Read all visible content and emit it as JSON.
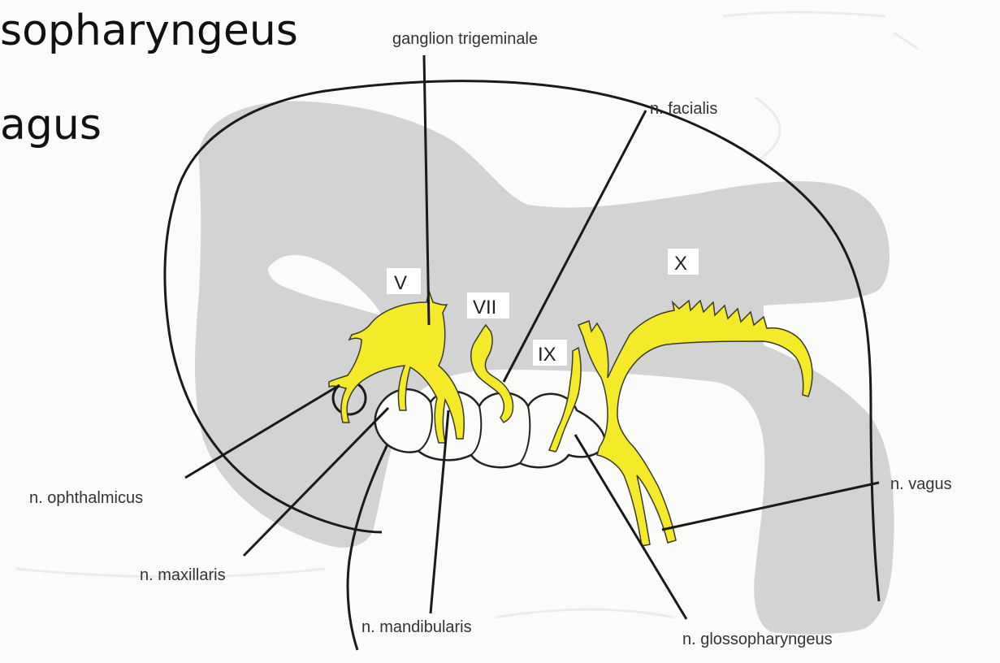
{
  "slide": {
    "lines": [
      "sopharyngeus",
      "agus"
    ]
  },
  "diagram": {
    "roman_numerals": {
      "V": "V",
      "VII": "VII",
      "IX": "IX",
      "X": "X"
    },
    "labels": {
      "ganglion_trigeminale": "ganglion trigeminale",
      "facialis": "n. facialis",
      "ophthalmicus": "n. ophthalmicus",
      "maxillaris": "n. maxillaris",
      "mandibularis": "n. mandibularis",
      "glossopharyngeus": "n. glossopharyngeus",
      "vagus": "n. vagus"
    },
    "colors": {
      "nerve_fill": "#f5ea2a",
      "nerve_stroke": "#3a3a2a",
      "brain_shading": "#d3d3d3",
      "outline": "#1a1a1a",
      "background": "#fbfbfa"
    }
  }
}
